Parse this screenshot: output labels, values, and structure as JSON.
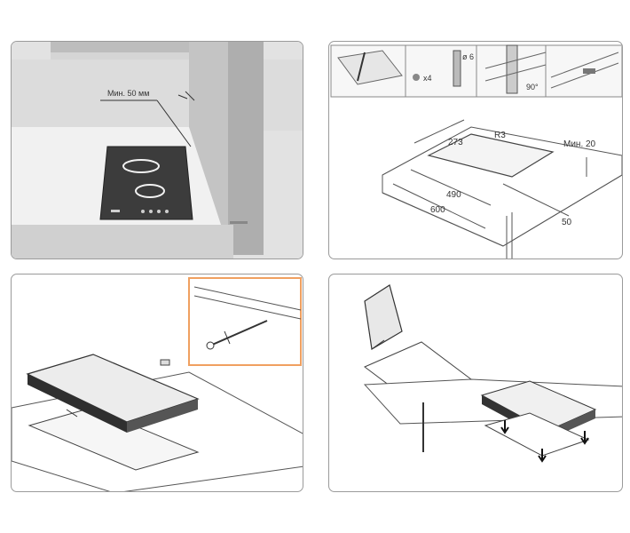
{
  "panel1": {
    "min_clearance_label": "Мин. 50 мм"
  },
  "panel2": {
    "screw_count_label": "x4",
    "drill_diameter_label": "ø 6",
    "angle_label": "90°",
    "radius_label": "R3",
    "cutout_depth_label": "273",
    "cutout_width_label": "490",
    "counter_width_label": "600",
    "min_thickness_label": "Мин. 20",
    "edge_distance_label": "50"
  },
  "colors": {
    "frame": "#9a9a9a",
    "highlight_border": "#f0a060",
    "glass": "#3c3c3c",
    "line": "#555555"
  }
}
